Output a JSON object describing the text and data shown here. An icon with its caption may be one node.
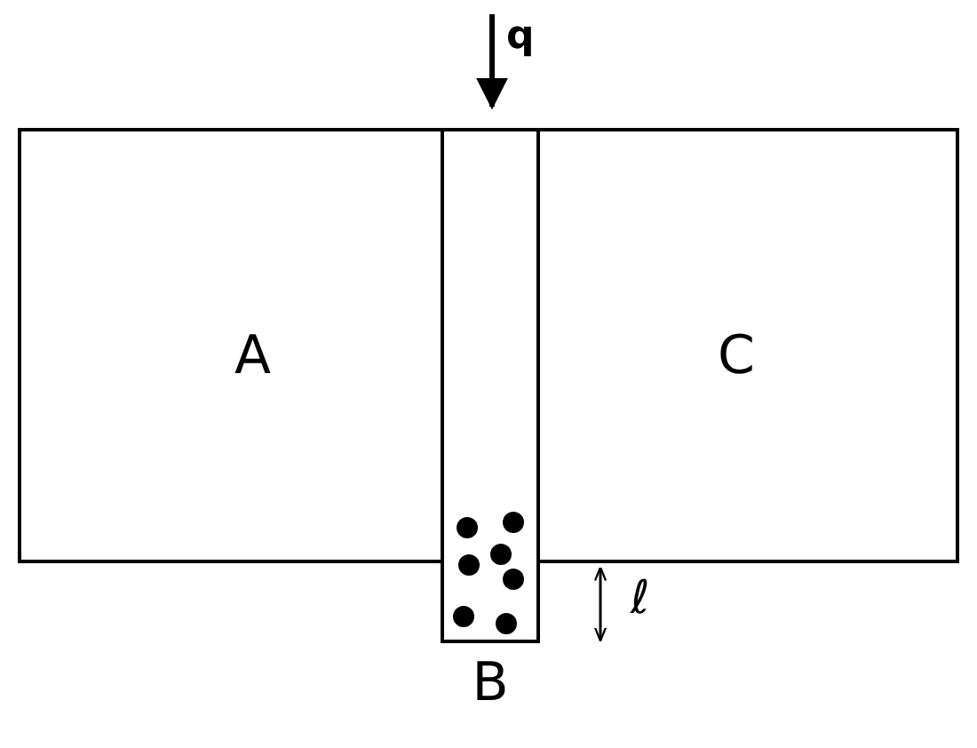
{
  "diagram": {
    "nodes": [
      {
        "text": [
          "A"
        ]
      },
      {
        "text": [
          "B"
        ]
      },
      {
        "text": [
          "C"
        ]
      }
    ],
    "labels": [
      "q",
      "ℓ"
    ]
  }
}
